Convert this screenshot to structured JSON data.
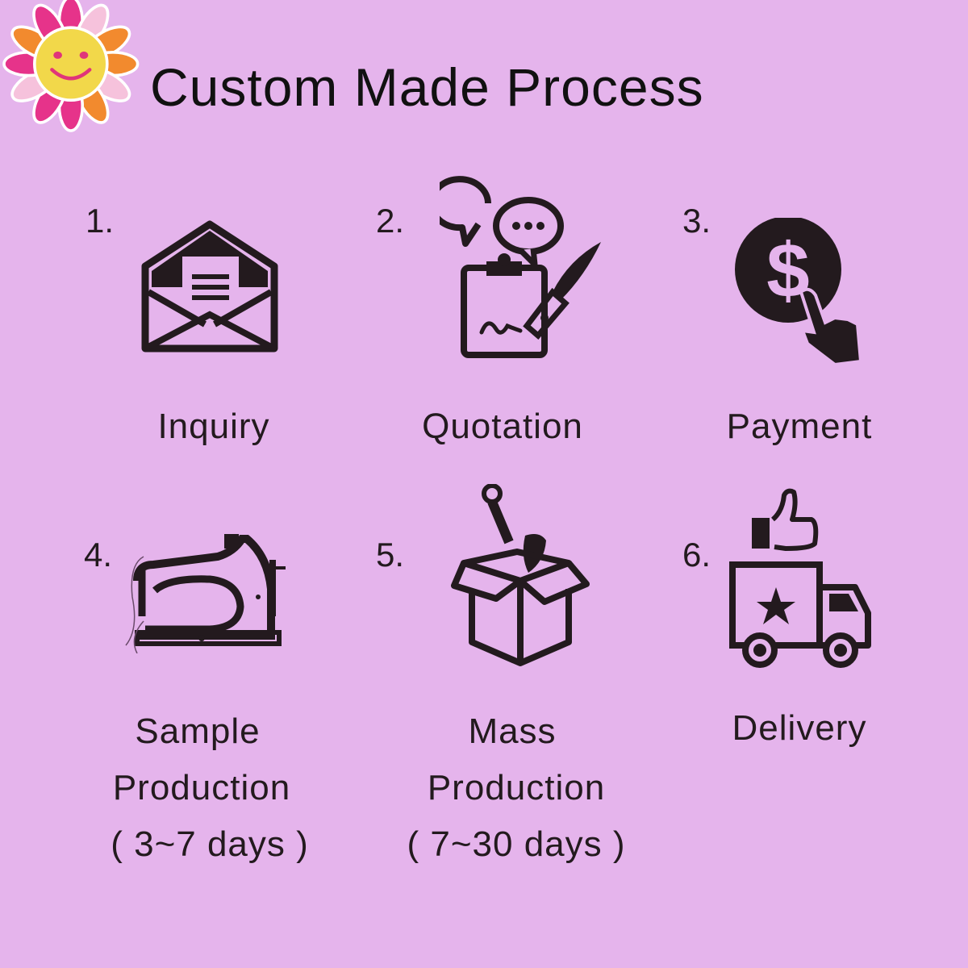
{
  "title": "Custom Made Process",
  "logo": "smiley-flower-patch",
  "steps": [
    {
      "number": "1.",
      "label": "Inquiry",
      "icon": "envelope-letter-icon"
    },
    {
      "number": "2.",
      "label": "Quotation",
      "icon": "clipboard-pen-chat-icon"
    },
    {
      "number": "3.",
      "label": "Payment",
      "icon": "dollar-coin-hand-icon"
    },
    {
      "number": "4.",
      "label_line1": "Sample",
      "label_line2": "Production",
      "duration": "( 3~7 days )",
      "icon": "sewing-machine-icon"
    },
    {
      "number": "5.",
      "label_line1": "Mass",
      "label_line2": "Production",
      "duration": "( 7~30 days )",
      "icon": "box-tools-icon"
    },
    {
      "number": "6.",
      "label": "Delivery",
      "icon": "truck-thumbs-up-icon"
    }
  ],
  "colors": {
    "background": "#e5b4ec",
    "ink": "#231a1e",
    "petal_pink": "#e6338a",
    "petal_orange": "#f28a2e",
    "petal_light": "#f6c2dc",
    "face": "#f2d84a"
  }
}
